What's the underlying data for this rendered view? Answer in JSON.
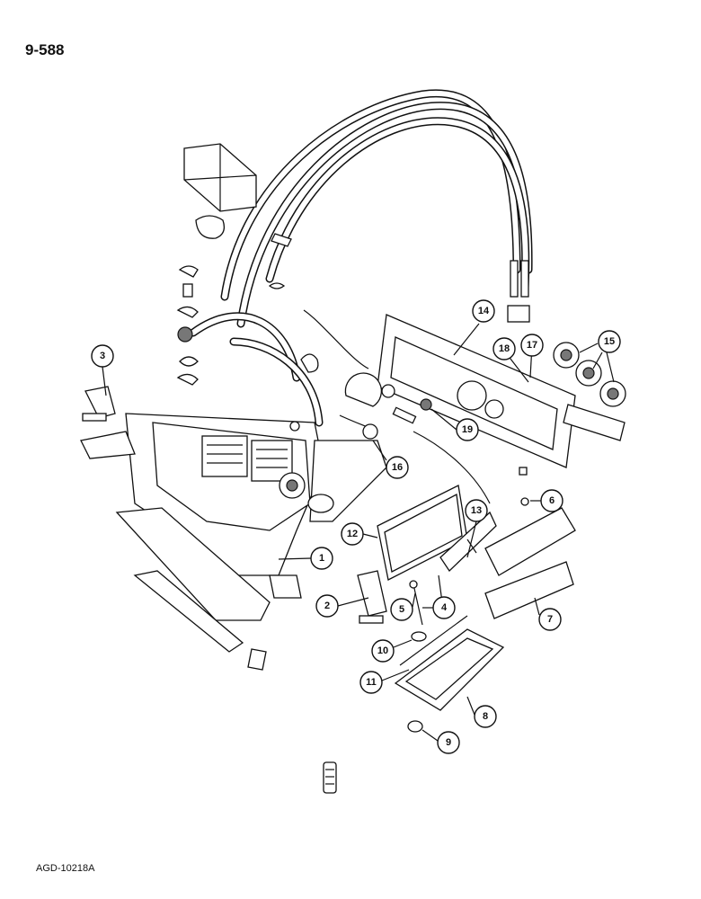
{
  "page_number": "9-588",
  "reference_code": "AGD-10218A",
  "callouts": [
    {
      "label": "1"
    },
    {
      "label": "2"
    },
    {
      "label": "3"
    },
    {
      "label": "4"
    },
    {
      "label": "5"
    },
    {
      "label": "6"
    },
    {
      "label": "7"
    },
    {
      "label": "8"
    },
    {
      "label": "9"
    },
    {
      "label": "10"
    },
    {
      "label": "11"
    },
    {
      "label": "12"
    },
    {
      "label": "13"
    },
    {
      "label": "14"
    },
    {
      "label": "15"
    },
    {
      "label": "16"
    },
    {
      "label": "17"
    },
    {
      "label": "18"
    },
    {
      "label": "19"
    }
  ]
}
